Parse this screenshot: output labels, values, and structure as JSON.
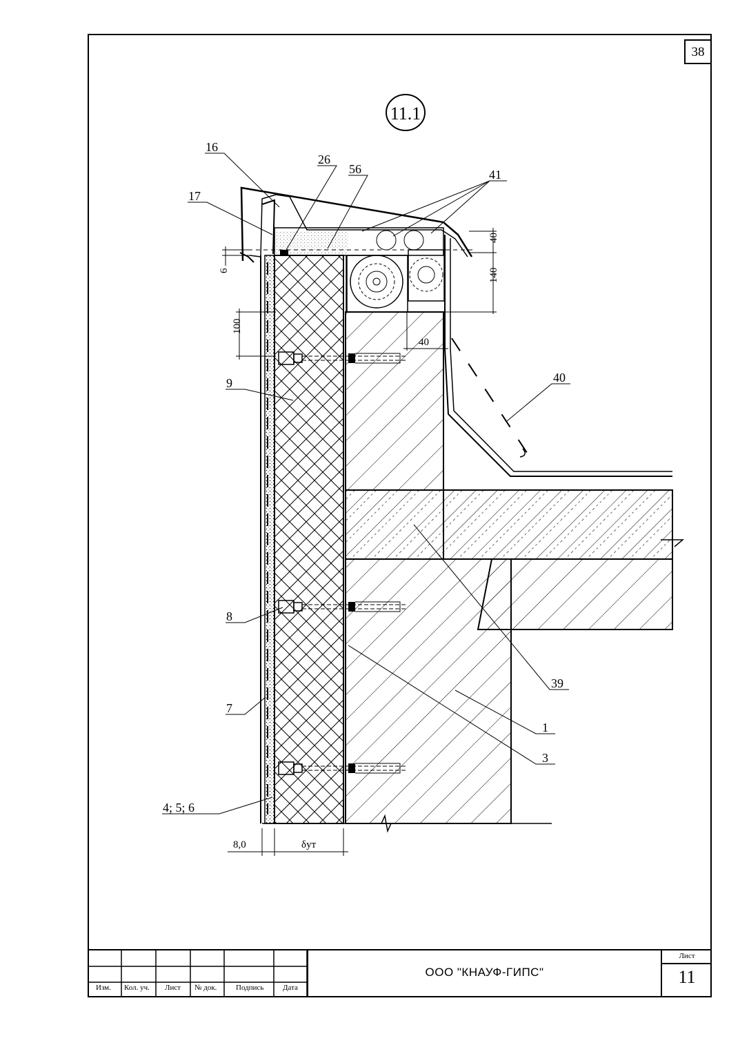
{
  "page_number": "38",
  "detail_id": "11.1",
  "callouts": {
    "c16": "16",
    "c26": "26",
    "c56": "56",
    "c41": "41",
    "c17": "17",
    "c40": "40",
    "c9": "9",
    "c8": "8",
    "c7": "7",
    "c456": "4; 5; 6",
    "c39": "39",
    "c1": "1",
    "c3": "3"
  },
  "dimensions": {
    "d40_top": "40",
    "d140": "140",
    "d100": "100",
    "d40_mid": "40",
    "d6": "6",
    "d8": "8,0",
    "d_insulation": "δут"
  },
  "title_block": {
    "columns": [
      "Изм.",
      "Кол. уч.",
      "Лист",
      "№ док.",
      "Подпись",
      "Дата"
    ],
    "company": "ООО \"КНАУФ-ГИПС\"",
    "sheet_label": "Лист",
    "sheet_number": "11"
  }
}
